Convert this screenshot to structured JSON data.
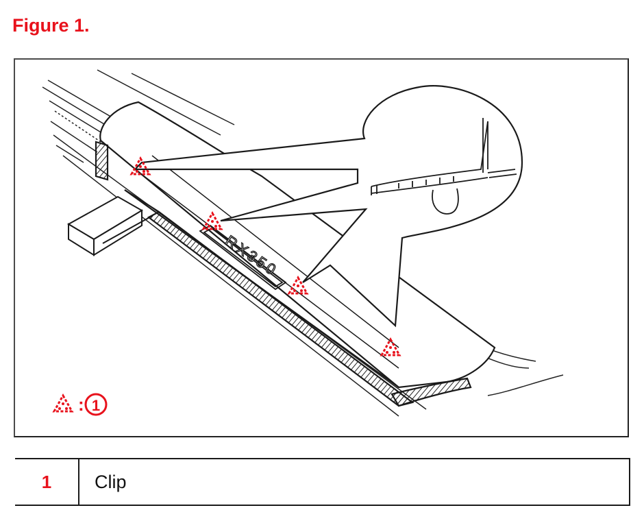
{
  "figure": {
    "title": "Figure 1."
  },
  "diagram": {
    "key_marker_text": ":",
    "key_number": "1",
    "emblem_text": "RX350"
  },
  "legend": {
    "rows": [
      {
        "number": "1",
        "description": "Clip"
      }
    ]
  },
  "colors": {
    "accent_red": "#e8121c",
    "line": "#1a1a1a",
    "frame": "#4a4a4a"
  }
}
